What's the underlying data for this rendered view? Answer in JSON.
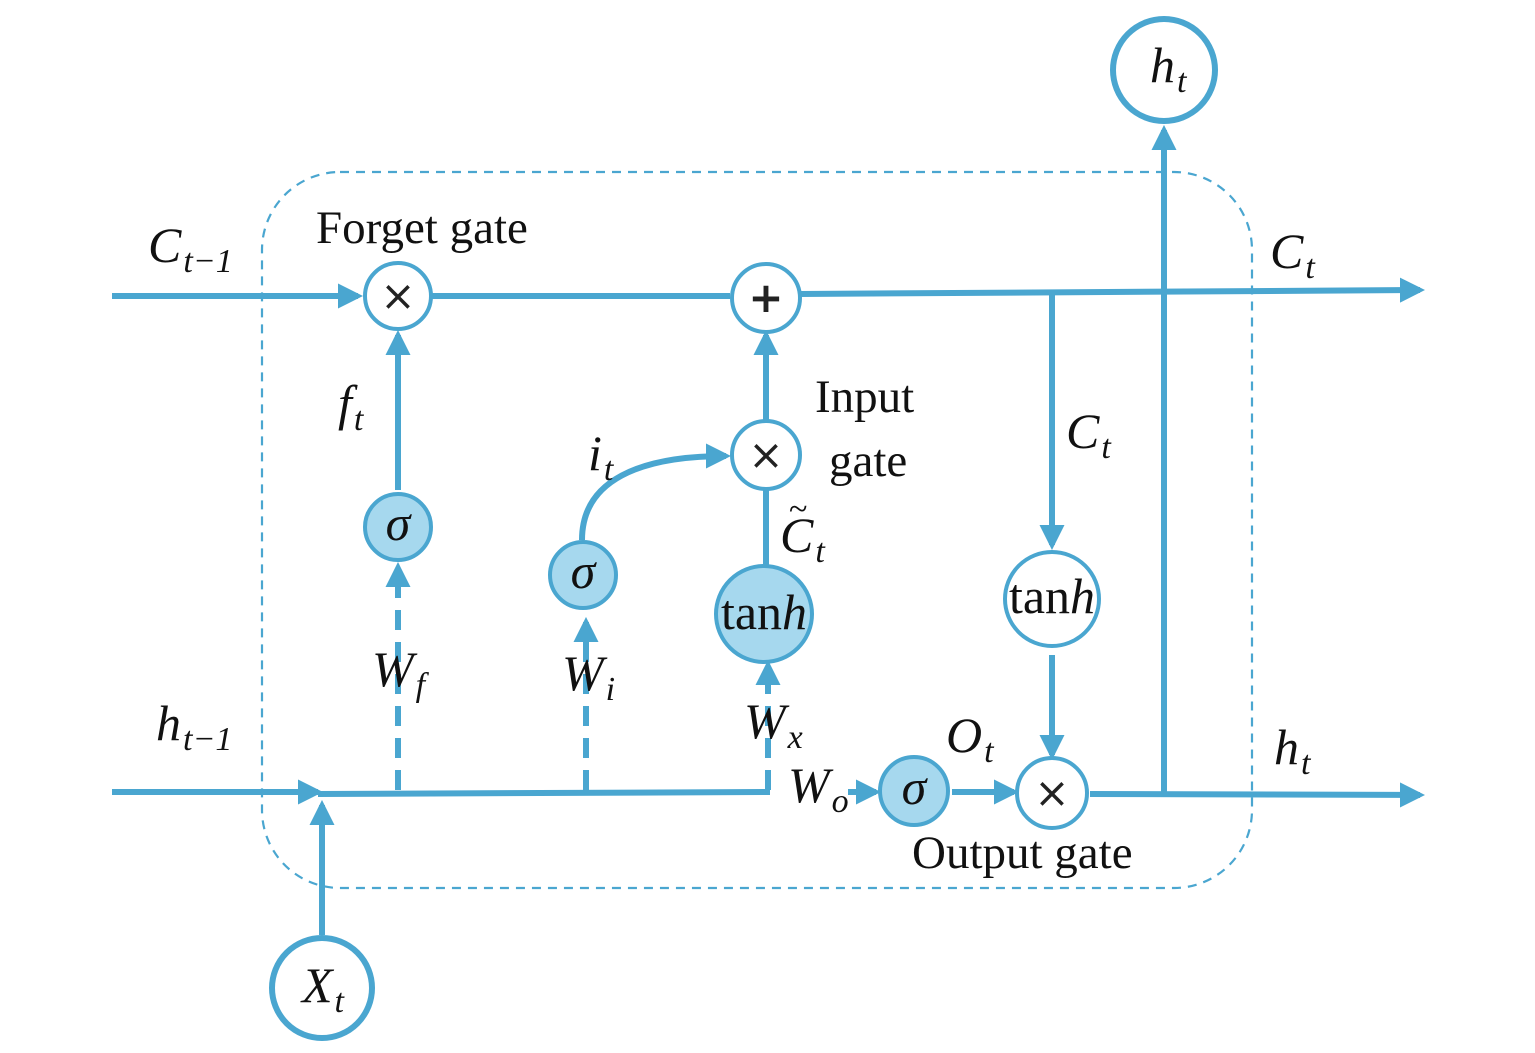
{
  "colors": {
    "line": "#4aa6d0",
    "node_fill": "#a6d8ee",
    "text": "#111111"
  },
  "gates": {
    "forget": "Forget gate",
    "input_line1": "Input",
    "input_line2": "gate",
    "output": "Output gate"
  },
  "symbols": {
    "sigma": "σ",
    "tanh_plain": "tan",
    "tanh_italic": "h",
    "multiply": "×",
    "add": "+",
    "C": "C",
    "h": "h",
    "X": "X",
    "f": "f",
    "i": "i",
    "O": "O",
    "W": "W",
    "tilde": "~",
    "sub_t": "t",
    "sub_t_minus_1": "t−1",
    "sub_f": "f",
    "sub_i": "i",
    "sub_x": "x",
    "sub_o": "o"
  }
}
